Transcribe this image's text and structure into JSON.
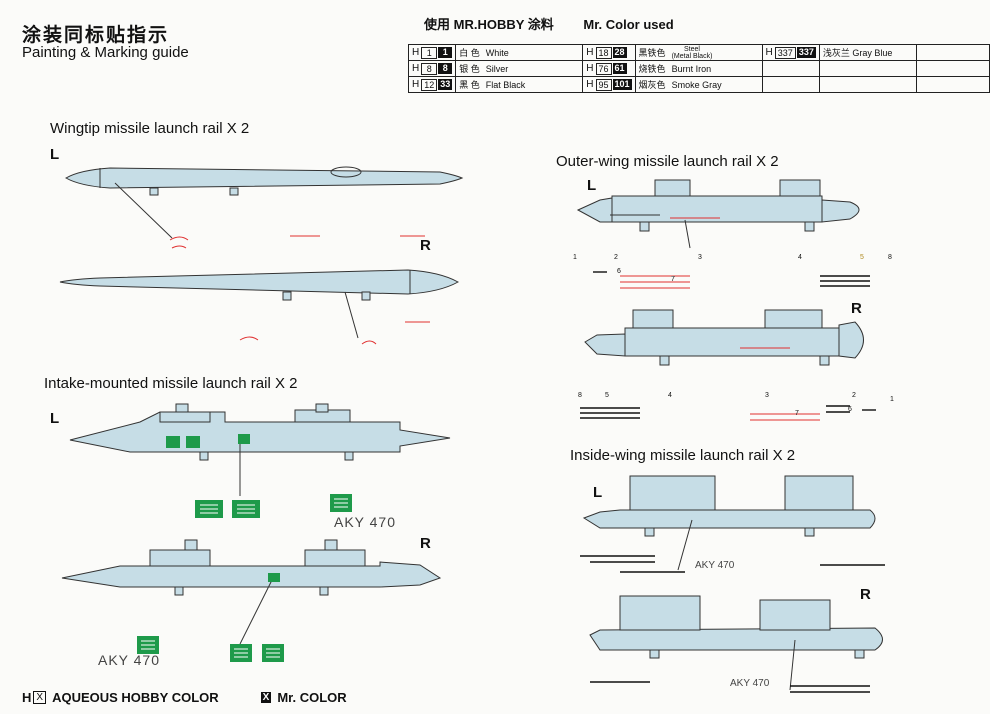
{
  "header": {
    "title_cn": "涂装同标贴指示",
    "title_en": "Painting & Marking guide",
    "paint_title": "使用 MR.HOBBY 涂料",
    "paint_subtitle": "Mr. Color used"
  },
  "paints": [
    {
      "h": "H",
      "aq": "1",
      "mr": "1",
      "cn": "白 色",
      "en": "White"
    },
    {
      "h": "H",
      "aq": "8",
      "mr": "8",
      "cn": "银 色",
      "en": "Silver"
    },
    {
      "h": "H",
      "aq": "12",
      "mr": "33",
      "cn": "黑 色",
      "en": "Flat Black"
    },
    {
      "h": "H",
      "aq": "18",
      "mr": "28",
      "cn": "黑铁色",
      "en": "Steel",
      "en2": "(Metal Black)"
    },
    {
      "h": "H",
      "aq": "76",
      "mr": "61",
      "cn": "烧铁色",
      "en": "Burnt Iron"
    },
    {
      "h": "H",
      "aq": "95",
      "mr": "101",
      "cn": "烟灰色",
      "en": "Smoke Gray"
    },
    {
      "h": "H",
      "aq": "337",
      "mr": "337",
      "cn": "浅灰兰",
      "en": "Gray Blue"
    }
  ],
  "sections": {
    "wingtip": "Wingtip missile launch rail  X  2",
    "outer": "Outer-wing missile launch rail  X  2",
    "intake": "Intake-mounted missile launch rail  X  2",
    "inside": "Inside-wing missile launch rail  X  2"
  },
  "sides": {
    "left": "L",
    "right": "R"
  },
  "decal_text": "AKY 470",
  "callouts": {
    "outer_l": [
      "1",
      "2",
      "3",
      "4",
      "5",
      "8",
      "6",
      "7"
    ],
    "outer_r": [
      "8",
      "5",
      "4",
      "3",
      "2",
      "1",
      "6",
      "7"
    ]
  },
  "legend": {
    "aq_mark": "X",
    "aq_label": "AQUEOUS HOBBY  COLOR",
    "mr_mark": "X",
    "mr_label": "Mr. COLOR"
  },
  "colors": {
    "body": "#c6dde6",
    "outline": "#333333",
    "decal_green": "#1e9a4a",
    "red": "#e03030"
  }
}
